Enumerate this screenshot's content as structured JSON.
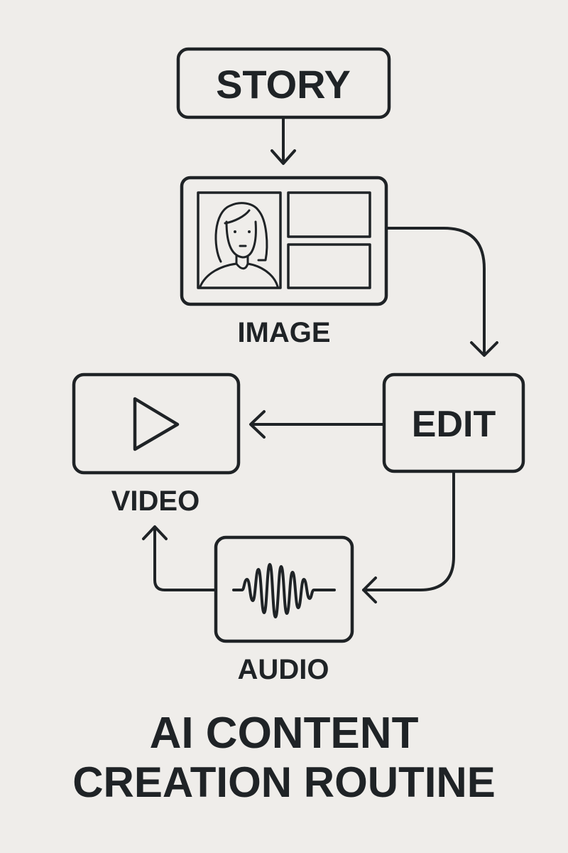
{
  "colors": {
    "background": "#efedea",
    "ink": "#1f2326"
  },
  "nodes": {
    "story": {
      "label": "STORY"
    },
    "image": {
      "label": "IMAGE",
      "icon": "image-storyboard-icon"
    },
    "edit": {
      "label": "EDIT"
    },
    "video": {
      "label": "VIDEO",
      "icon": "play-icon"
    },
    "audio": {
      "label": "AUDIO",
      "icon": "waveform-icon"
    }
  },
  "flow": [
    {
      "from": "story",
      "to": "image"
    },
    {
      "from": "image",
      "to": "edit"
    },
    {
      "from": "edit",
      "to": "video"
    },
    {
      "from": "edit",
      "to": "audio"
    },
    {
      "from": "audio",
      "to": "video"
    }
  ],
  "title": {
    "line1": "AI CONTENT",
    "line2": "CREATION ROUTINE"
  }
}
